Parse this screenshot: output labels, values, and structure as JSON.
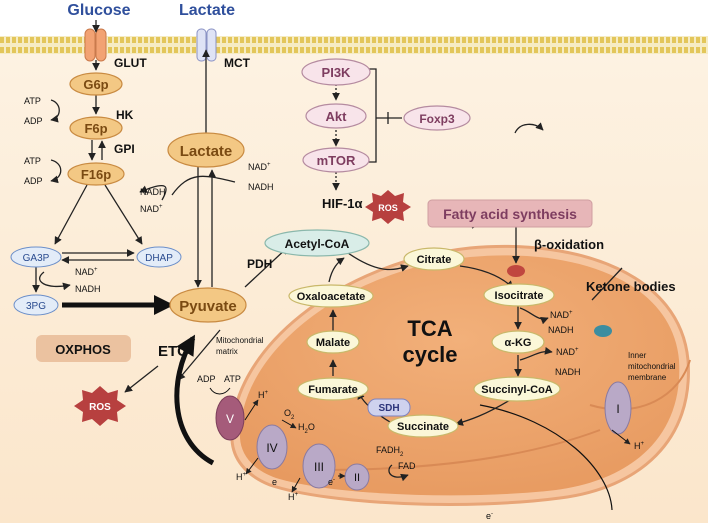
{
  "inputs": {
    "glucose": "Glucose",
    "lactate": "Lactate"
  },
  "transporters": {
    "glut": "GLUT",
    "mct": "MCT"
  },
  "glycolysis": {
    "g6p": "G6p",
    "f6p": "F6p",
    "f16p": "F16p",
    "ga3p": "GA3P",
    "dhap": "DHAP",
    "pg3": "3PG",
    "pyruvate": "Pyuvate",
    "lactate": "Lactate",
    "hk": "HK",
    "gpi": "GPI",
    "pdh": "PDH",
    "atp": "ATP",
    "adp": "ADP",
    "nad": "NAD",
    "nadh": "NADH",
    "plus": "+"
  },
  "signaling": {
    "pi3k": "PI3K",
    "akt": "Akt",
    "mtor": "mTOR",
    "foxp3": "Foxp3",
    "hif": "HIF-1α"
  },
  "labels": {
    "ros": "ROS",
    "fatty_acid_synthesis": "Fatty acid synthesis",
    "beta_oxidation": "β-oxidation",
    "ketone_bodies": "Ketone bodies",
    "acetyl_coa": "Acetyl-CoA",
    "oxphos": "OXPHOS",
    "etc": "ETC",
    "mito_matrix_1": "Mitochondrial",
    "mito_matrix_2": "matrix",
    "inner_membrane_1": "Inner",
    "inner_membrane_2": "mitochondrial",
    "inner_membrane_3": "membrane"
  },
  "tca": {
    "title_1": "TCA",
    "title_2": "cycle",
    "citrate": "Citrate",
    "isocitrate": "Isocitrate",
    "akg": "α-KG",
    "succinyl_coa": "Succinyl-CoA",
    "succinate": "Succinate",
    "fumarate": "Fumarate",
    "malate": "Malate",
    "oxaloacetate": "Oxaloacetate",
    "sdh": "SDH"
  },
  "etc": {
    "complexes": [
      "I",
      "II",
      "III",
      "IV",
      "V"
    ],
    "atp": "ATP",
    "adp": "ADP",
    "h": "H",
    "o2": "O",
    "h2o": "H",
    "o": "O",
    "two": "2",
    "fadh": "FADH",
    "fad": "FAD",
    "e": "e",
    "minus": "-"
  }
}
